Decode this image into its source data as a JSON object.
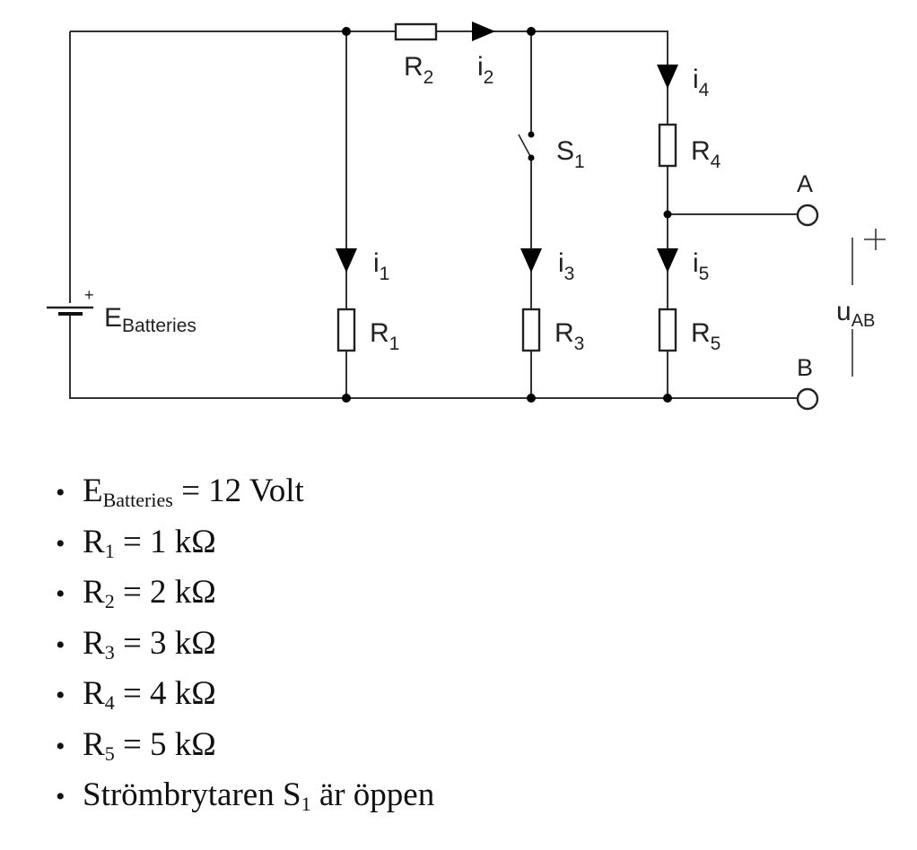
{
  "diagram": {
    "title": "",
    "battery": {
      "label": "E",
      "subscript": "Batteries",
      "polarity": "+"
    },
    "resistors": [
      {
        "id": "R1",
        "label": "R",
        "sub": "1"
      },
      {
        "id": "R2",
        "label": "R",
        "sub": "2"
      },
      {
        "id": "R3",
        "label": "R",
        "sub": "3"
      },
      {
        "id": "R4",
        "label": "R",
        "sub": "4"
      },
      {
        "id": "R5",
        "label": "R",
        "sub": "5"
      }
    ],
    "currents": [
      {
        "id": "i1",
        "label": "i",
        "sub": "1"
      },
      {
        "id": "i2",
        "label": "i",
        "sub": "2"
      },
      {
        "id": "i3",
        "label": "i",
        "sub": "3"
      },
      {
        "id": "i4",
        "label": "i",
        "sub": "4"
      },
      {
        "id": "i5",
        "label": "i",
        "sub": "5"
      }
    ],
    "switch": {
      "label": "S",
      "sub": "1",
      "state": "open"
    },
    "terminals": {
      "a": "A",
      "b": "B"
    },
    "voltage": {
      "label": "u",
      "sub": "AB",
      "polarity": "+"
    }
  },
  "parameters": [
    {
      "symbol": "E",
      "sub": "Batteries",
      "text": " = 12 Volt"
    },
    {
      "symbol": "R",
      "sub": "1",
      "text": " = 1 kΩ"
    },
    {
      "symbol": "R",
      "sub": "2",
      "text": " = 2 kΩ"
    },
    {
      "symbol": "R",
      "sub": "3",
      "text": " = 3 kΩ"
    },
    {
      "symbol": "R",
      "sub": "4",
      "text": " = 4 kΩ"
    },
    {
      "symbol": "R",
      "sub": "5",
      "text": " = 5 kΩ"
    },
    {
      "symbol": "Strömbrytaren S",
      "sub": "1",
      "text": " är öppen"
    }
  ],
  "bullet": "•"
}
